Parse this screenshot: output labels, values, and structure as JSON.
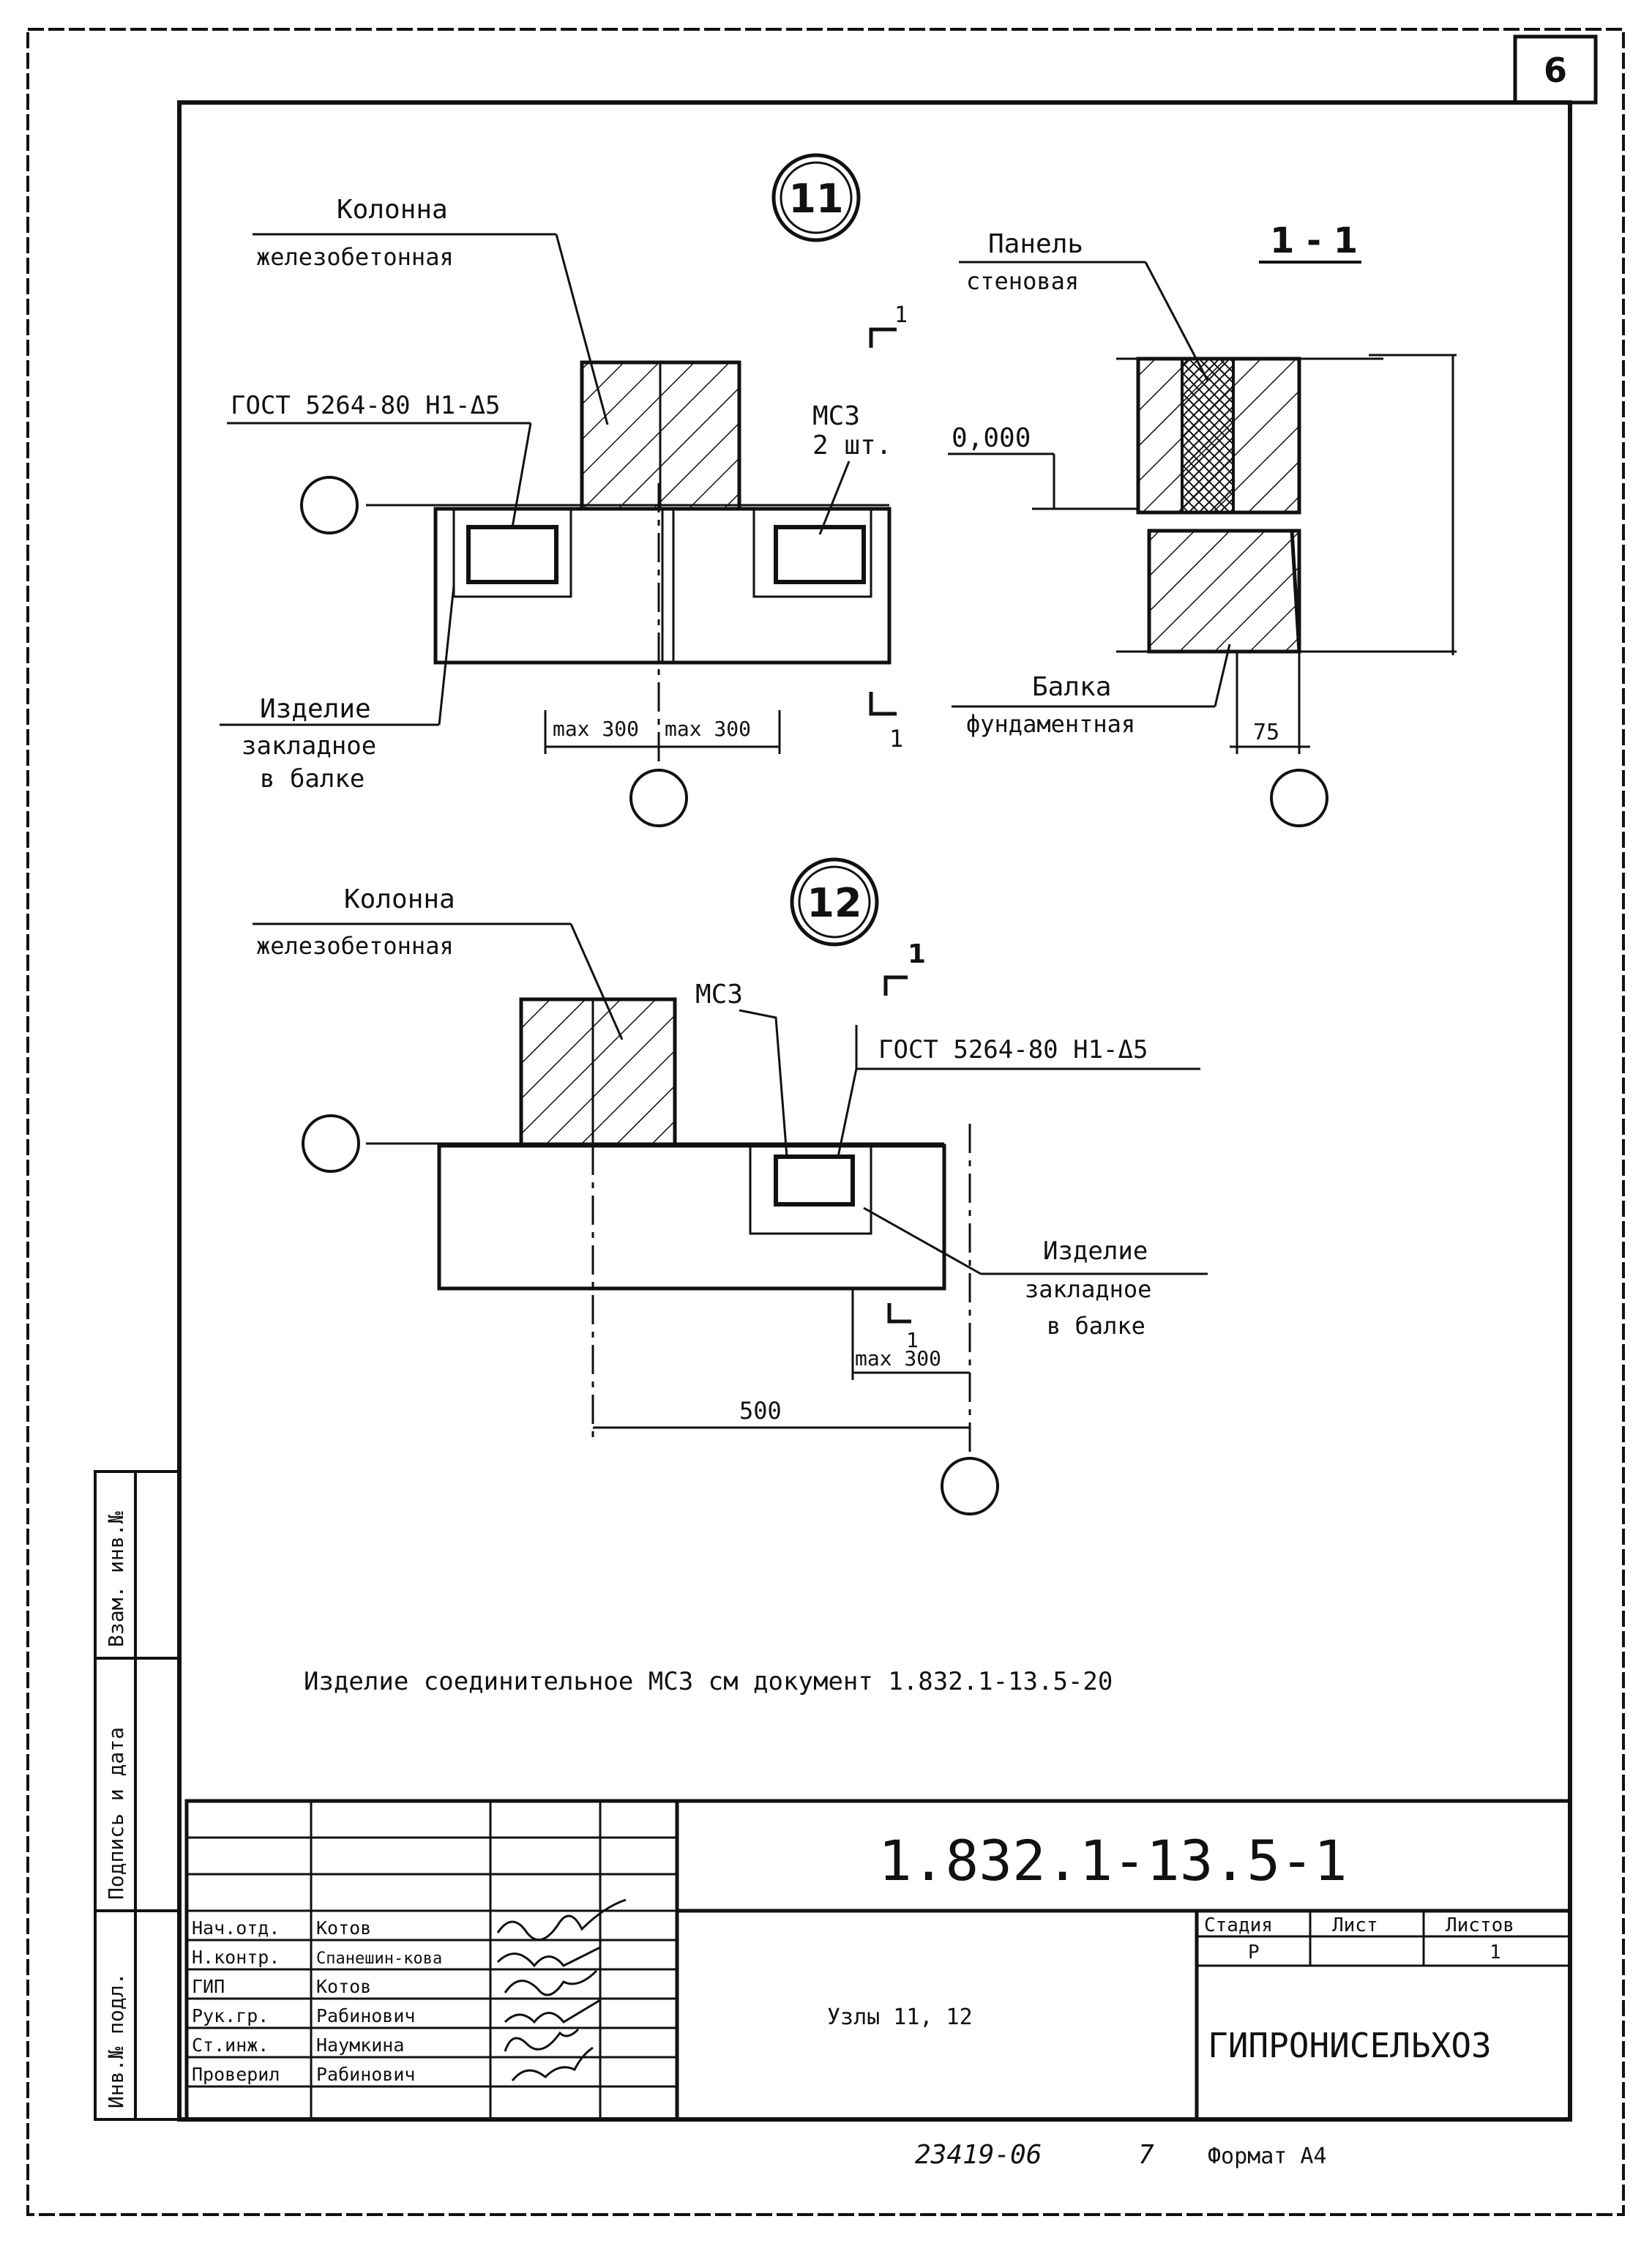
{
  "sheet_number": "6",
  "node_11": {
    "id": "11",
    "column_label_1": "Колонна",
    "column_label_2": "железобетонная",
    "weld_note": "ГОСТ 5264-80 Н1-Δ5",
    "mc3_label": "МС3",
    "mc3_qty": "2 шт.",
    "embedded_label_1": "Изделие",
    "embedded_label_2": "закладное",
    "embedded_label_3": "в балке",
    "dim_left": "max 300",
    "dim_right": "max 300",
    "cut_mark": "1"
  },
  "section_1_1": {
    "title": "1 - 1",
    "panel_label_1": "Панель",
    "panel_label_2": "стеновая",
    "level": "0,000",
    "beam_label_1": "Балка",
    "beam_label_2": "фундаментная",
    "dim": "75"
  },
  "node_12": {
    "id": "12",
    "column_label_1": "Колонна",
    "column_label_2": "железобетонная",
    "mc3_label": "МС3",
    "weld_note": "ГОСТ 5264-80 Н1-Δ5",
    "embedded_label_1": "Изделие",
    "embedded_label_2": "закладное",
    "embedded_label_3": "в балке",
    "dim_max": "max 300",
    "dim_500": "500",
    "cut_mark": "1"
  },
  "note": "Изделие соединительное МС3 см документ 1.832.1-13.5-20",
  "side_stamp": {
    "cell_1": "Взам. инв.№",
    "cell_2": "Подпись и дата",
    "cell_3": "Инв.№ подл."
  },
  "title_block": {
    "doc_number": "1.832.1-13.5-1",
    "sheet_name": "Узлы 11, 12",
    "stage_header": "Стадия",
    "sheet_header": "Лист",
    "sheets_header": "Листов",
    "stage_value": "Р",
    "sheets_value": "1",
    "organization": "ГИПРОНИСЕЛЬХОЗ",
    "roles": [
      {
        "role": "Нач.отд.",
        "name": "Котов"
      },
      {
        "role": "Н.контр.",
        "name": "Спанешин-кова"
      },
      {
        "role": "ГИП",
        "name": "Котов"
      },
      {
        "role": "Рук.гр.",
        "name": "Рабинович"
      },
      {
        "role": "Ст.инж.",
        "name": "Наумкина"
      },
      {
        "role": "Проверил",
        "name": "Рабинович"
      }
    ],
    "archive_number": "23419-06",
    "page_mark": "7",
    "format_label": "Формат А4"
  }
}
